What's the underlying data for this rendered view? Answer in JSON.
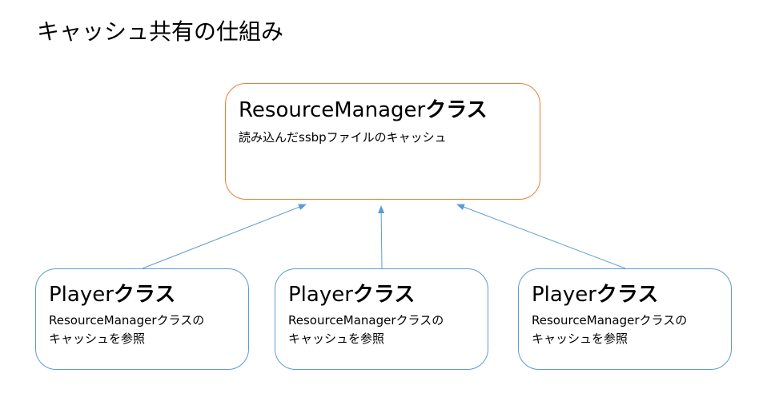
{
  "title": "キャッシュ共有の仕組み",
  "manager": {
    "name": "ResourceManager",
    "suffix": "クラス",
    "description": "読み込んだssbpファイルのキャッシュ"
  },
  "players": [
    {
      "name": "Player",
      "suffix": "クラス",
      "description_line1": "ResourceManagerクラスの",
      "description_line2": "キャッシュを参照"
    },
    {
      "name": "Player",
      "suffix": "クラス",
      "description_line1": "ResourceManagerクラスの",
      "description_line2": "キャッシュを参照"
    },
    {
      "name": "Player",
      "suffix": "クラス",
      "description_line1": "ResourceManagerクラスの",
      "description_line2": "キャッシュを参照"
    }
  ],
  "colors": {
    "manager_border": "#ED7D31",
    "player_border": "#5B9BD5",
    "arrow": "#5B9BD5"
  }
}
